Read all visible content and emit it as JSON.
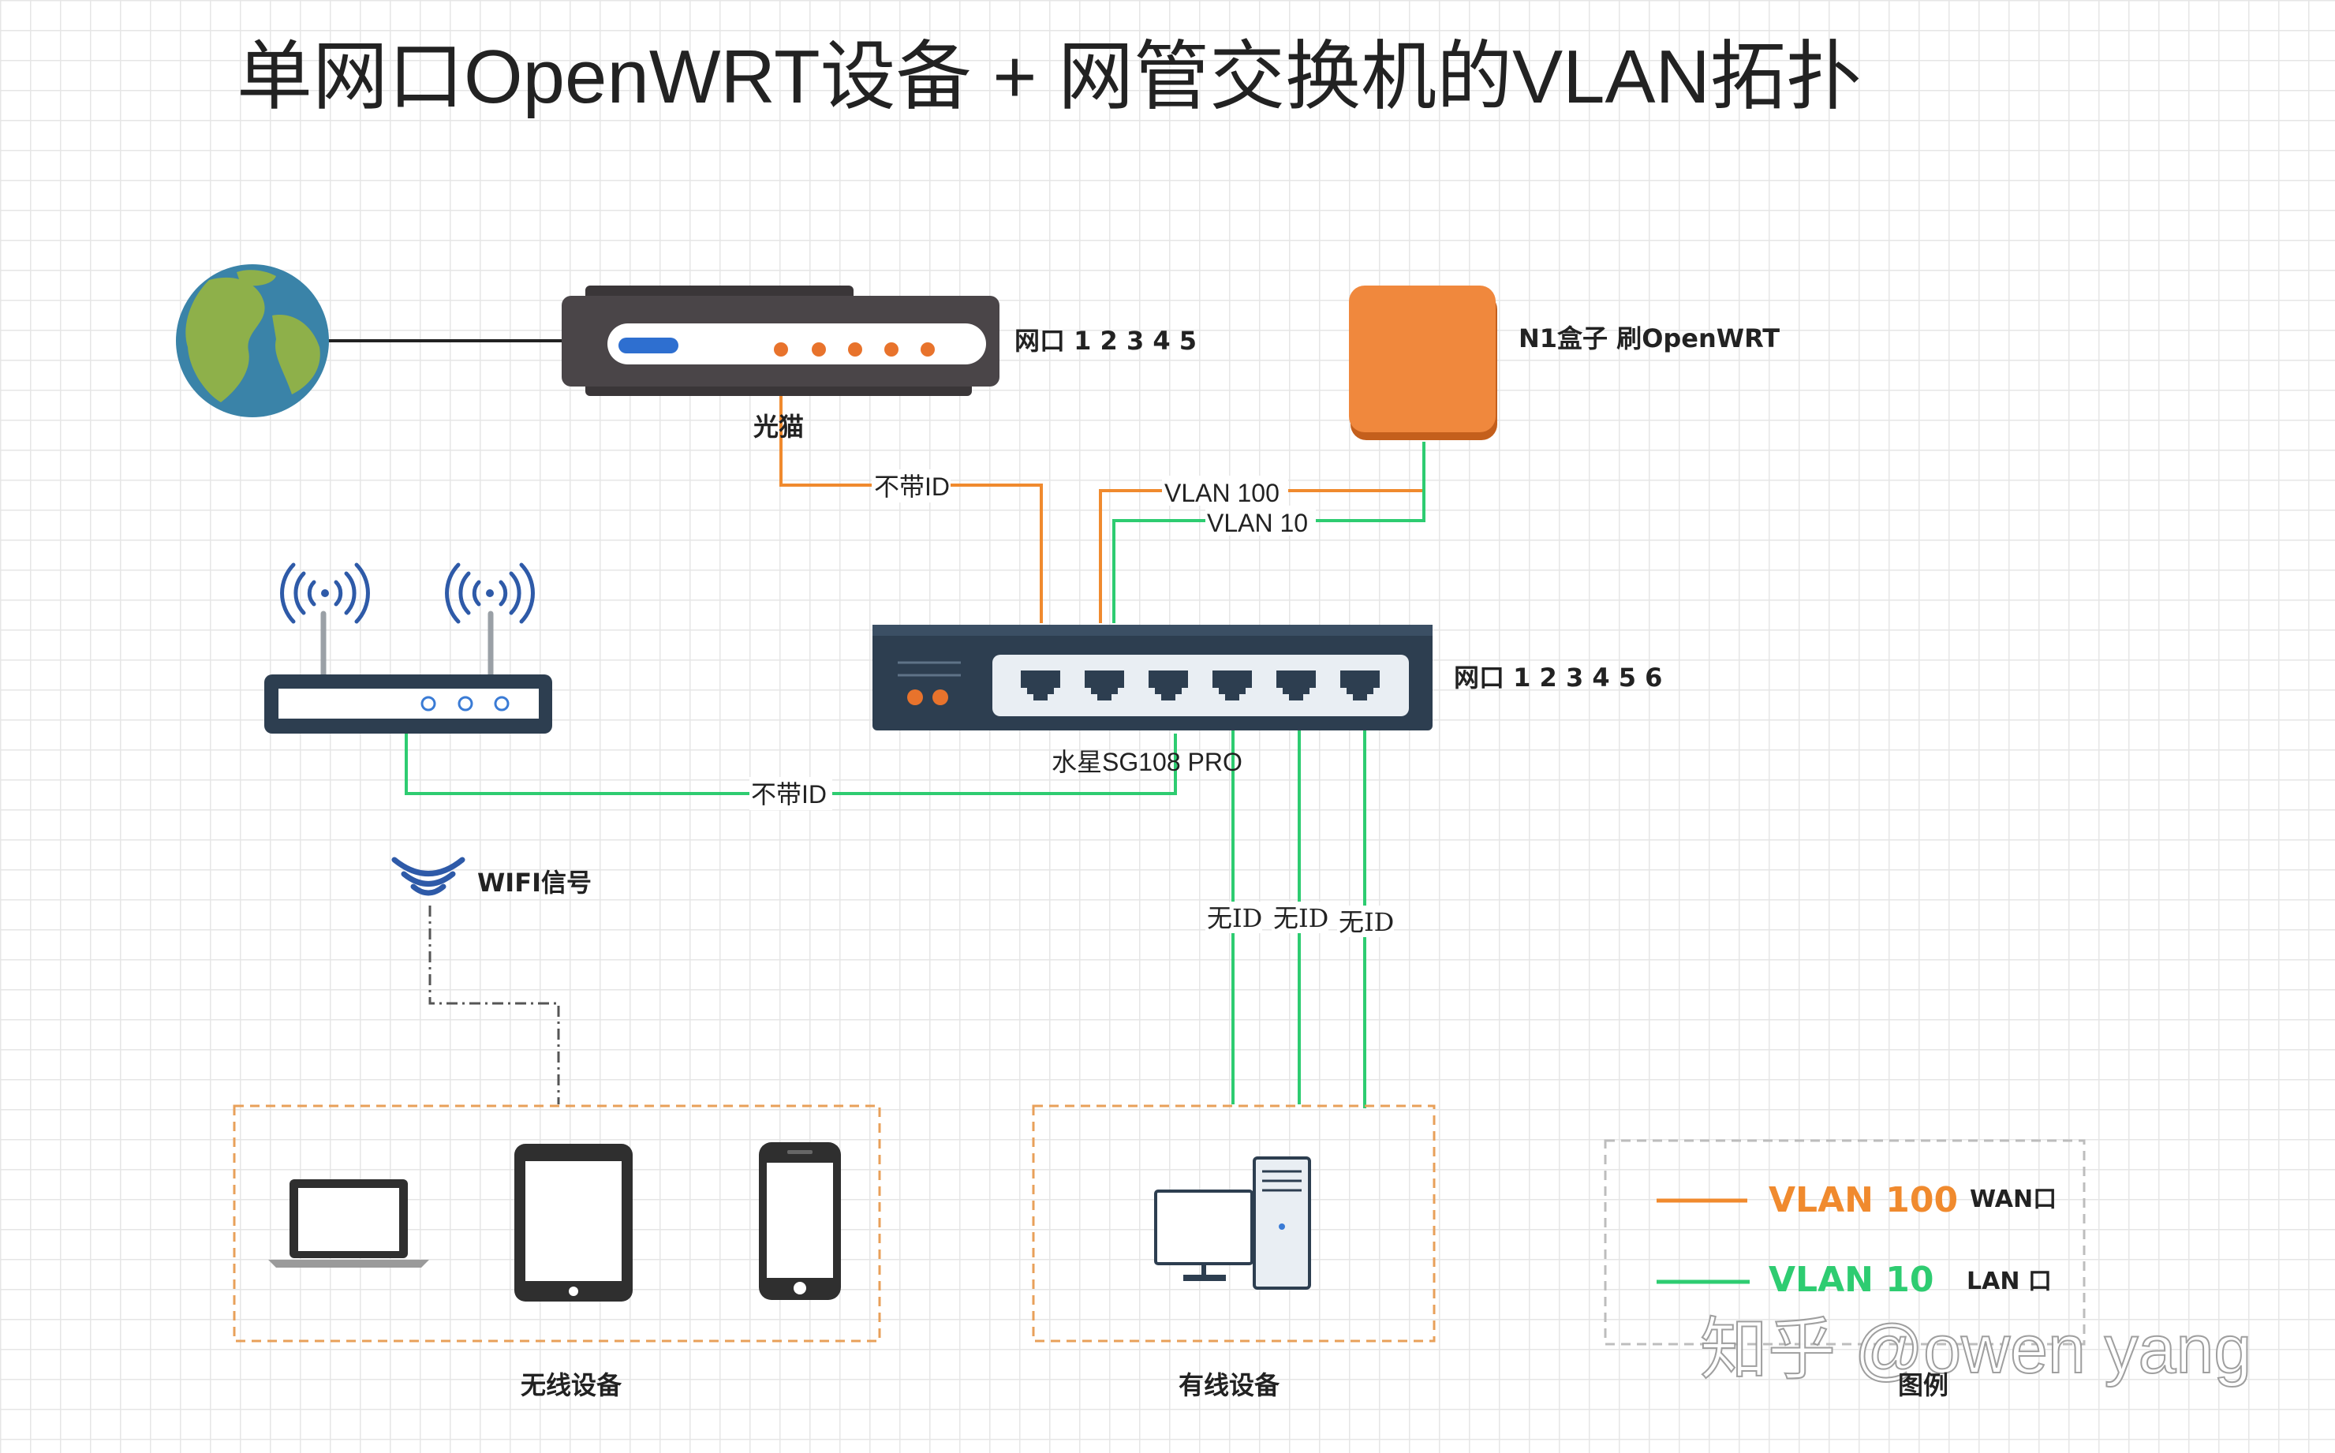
{
  "title": "单网口OpenWRT设备 + 网管交换机的VLAN拓扑",
  "devices": {
    "modem_ports": "网口 1 2 3 4 5",
    "modem": "光猫",
    "n1_box": "N1盒子 刷OpenWRT",
    "switch_ports": "网口 1 2 3 4 5 6",
    "switch": "水星SG108 PRO",
    "wifi_signal": "WIFI信号"
  },
  "links": {
    "modem_switch": "不带ID",
    "router_switch": "不带ID",
    "vlan100": "VLAN 100",
    "vlan10": "VLAN 10",
    "wired_1": "无ID",
    "wired_2": "无ID",
    "wired_3": "无ID"
  },
  "groups": {
    "wireless": "无线设备",
    "wired": "有线设备",
    "legend": "图例"
  },
  "legend": {
    "items": [
      {
        "label": "VLAN 100",
        "desc": "WAN口",
        "color": "#f08a2e"
      },
      {
        "label": "VLAN 10",
        "desc": "LAN 口",
        "color": "#2ecc71"
      }
    ]
  },
  "watermark": "知乎 @owen yang",
  "colors": {
    "orange": "#f08a2e",
    "green": "#2ecc71",
    "device_dark": "#4a4548",
    "switch_navy": "#2d3e50",
    "n1_orange": "#f0883d"
  }
}
